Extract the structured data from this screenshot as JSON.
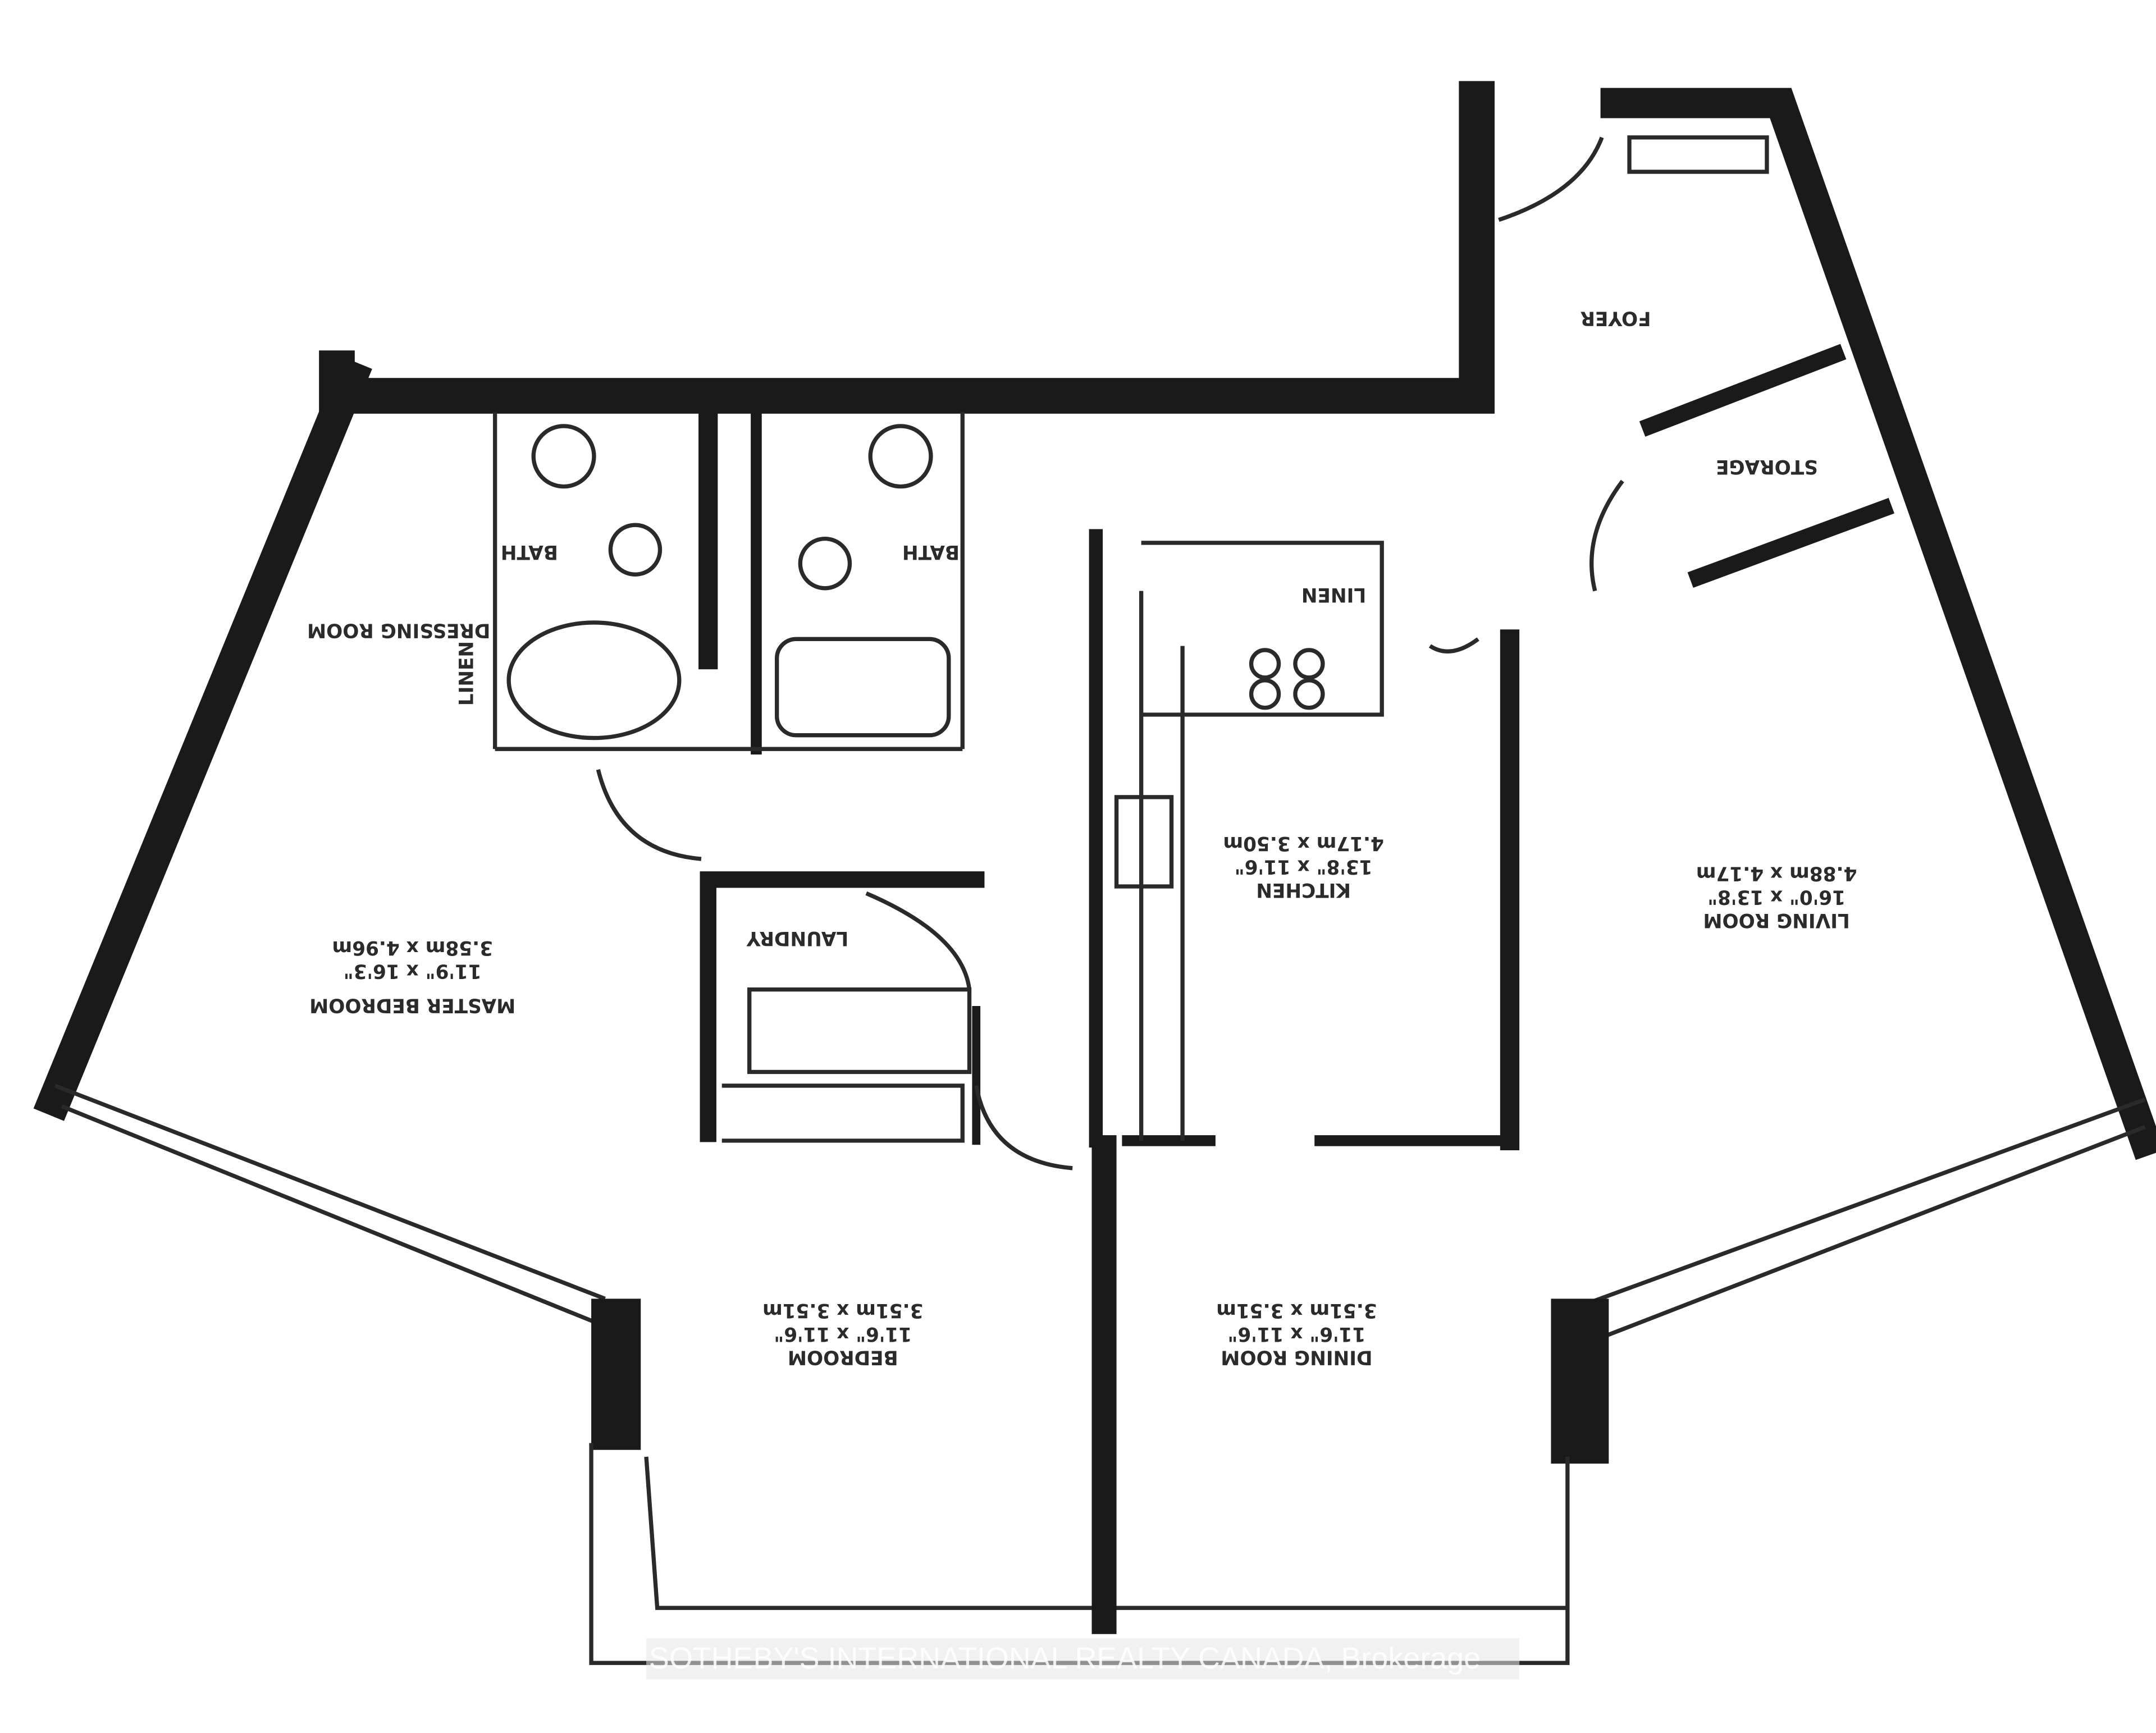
{
  "plan": {
    "rooms": [
      {
        "id": "living",
        "name": "LIVING ROOM",
        "imperial": "16'0\" x 13'8\"",
        "metric": "4.88m x 4.17m"
      },
      {
        "id": "kitchen",
        "name": "KITCHEN",
        "imperial": "13'8\" x 11'6\"",
        "metric": "4.17m x 3.50m"
      },
      {
        "id": "dining",
        "name": "DINING ROOM",
        "imperial": "11'6\" x 11'6\"",
        "metric": "3.51m x 3.51m"
      },
      {
        "id": "bedroom",
        "name": "BEDROOM",
        "imperial": "11'6\" x 11'6\"",
        "metric": "3.51m x 3.51m"
      },
      {
        "id": "master",
        "name": "MASTER BEDROOM",
        "imperial": "11'9\" x 16'3\"",
        "metric": "3.58m x 4.96m"
      },
      {
        "id": "foyer",
        "name": "FOYER"
      },
      {
        "id": "storage",
        "name": "STORAGE"
      },
      {
        "id": "linen",
        "name": "LINEN"
      },
      {
        "id": "laundry",
        "name": "LAUNDRY"
      },
      {
        "id": "bath1",
        "name": "BATH"
      },
      {
        "id": "bath2",
        "name": "BATH"
      },
      {
        "id": "dressing",
        "name": "DRESSING ROOM"
      },
      {
        "id": "linen2",
        "name": "LINEN"
      }
    ],
    "line_color": "#1a1a1a",
    "background": "#ffffff"
  },
  "watermark": "SOTHEBY'S INTERNATIONAL REALTY CANADA, Brokerage"
}
